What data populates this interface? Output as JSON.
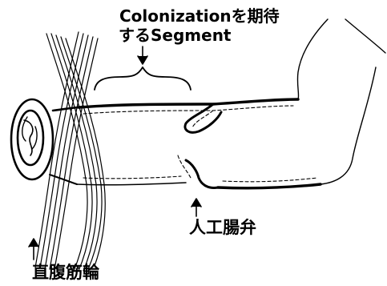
{
  "labels": {
    "colonization_line1": "Colonizationを期待",
    "colonization_line2": "するSegment",
    "artificial_valve": "人工腸弁",
    "rectus_ring": "直腹筋輪"
  }
}
